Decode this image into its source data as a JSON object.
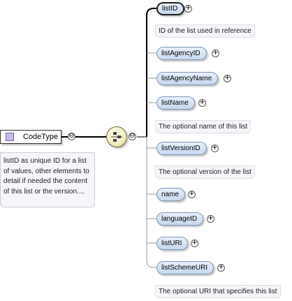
{
  "root": {
    "name": "CodeType",
    "documentation": "listID as unique ID for a list of values, other elements to detail if needed the content of this list or the version...."
  },
  "compositor": {
    "type": "sequence",
    "icon": "sequence-compositor-icon"
  },
  "attributes": [
    {
      "name": "listID",
      "doc": "ID of the list used in reference",
      "selected": true
    },
    {
      "name": "listAgencyID",
      "doc": ""
    },
    {
      "name": "listAgencyName",
      "doc": ""
    },
    {
      "name": "listName",
      "doc": "The optional name of this list"
    },
    {
      "name": "listVersionID",
      "doc": "The optional version of the list"
    },
    {
      "name": "name",
      "doc": ""
    },
    {
      "name": "languageID",
      "doc": ""
    },
    {
      "name": "listURI",
      "doc": ""
    },
    {
      "name": "listSchemeURI",
      "doc": "The optional URI that specifies this list"
    }
  ],
  "colors": {
    "attribute_fill": "#c6d7ee",
    "attribute_border": "#7f98b8",
    "doc_fill": "#f6f5f9",
    "compositor_fill": "#f2ecbc",
    "type_icon": "#c9b8f0"
  }
}
